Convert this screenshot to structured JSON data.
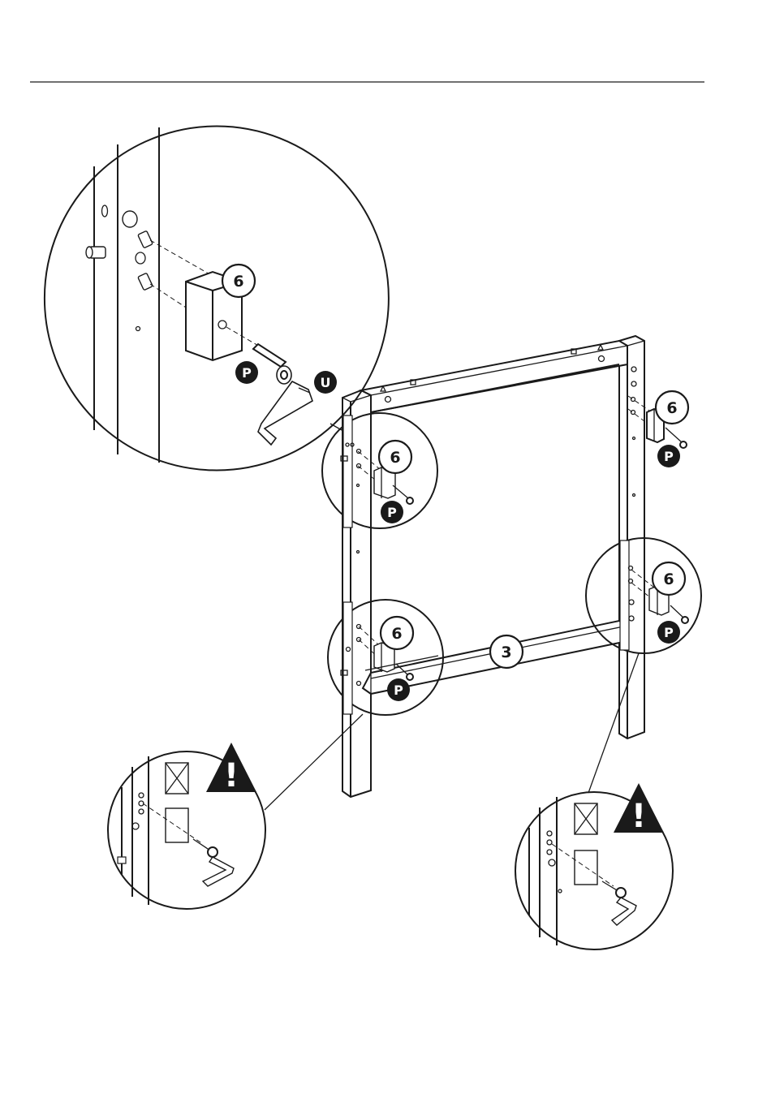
{
  "callouts": {
    "part_6": "6",
    "part_3": "3",
    "fastener_p": "P",
    "fastener_u": "U",
    "warning_symbol": "!"
  },
  "colors": {
    "ink": "#1a1a1a",
    "paper": "#ffffff"
  },
  "icons": [
    "warning-triangle-icon",
    "allen-key-icon",
    "bolt-icon",
    "washer-icon",
    "dowel-icon"
  ]
}
